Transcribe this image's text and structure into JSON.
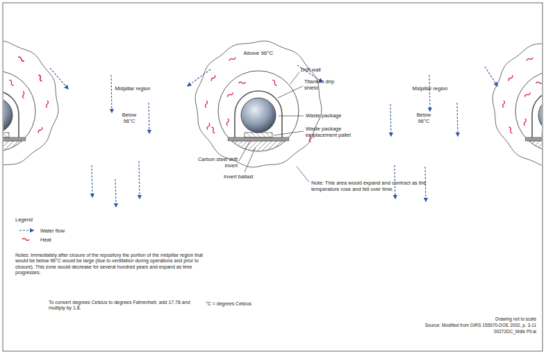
{
  "diagram": {
    "nodes": [
      {
        "text": [
          "Above 96°C"
        ]
      }
    ],
    "labels": [
      "Midpillar region",
      "Below 96°C",
      "Midpillar region",
      "Below 96°C",
      "Drift wall",
      "Titanium drip shield",
      "Waste package",
      "Waste package emplacement pallet",
      "Carbon steel drift invert",
      "Invert ballast",
      "Note: This area would expand and contract as the temperature rose and fell over time.",
      "Legend",
      "Notes: Immediately after closure of the repository the portion of the midpillar region that would be below 96°C would be large (due to ventilation during operations and prior to closure). This zone would decrease for several hundred years and expand as time progresses.",
      "To convert degrees Celsius to degrees Fahrenheit, add 17.78 and multiply by 1.8.",
      "°C = degrees Celsius",
      "Drawing not to scale",
      "Source: Modified from DIRS 155970-DOE 2002, p. 3-11",
      "00272DC_Mdle Pil.ai"
    ],
    "legend": [
      {
        "text": "Water flow"
      },
      {
        "text": "Heat"
      }
    ]
  }
}
